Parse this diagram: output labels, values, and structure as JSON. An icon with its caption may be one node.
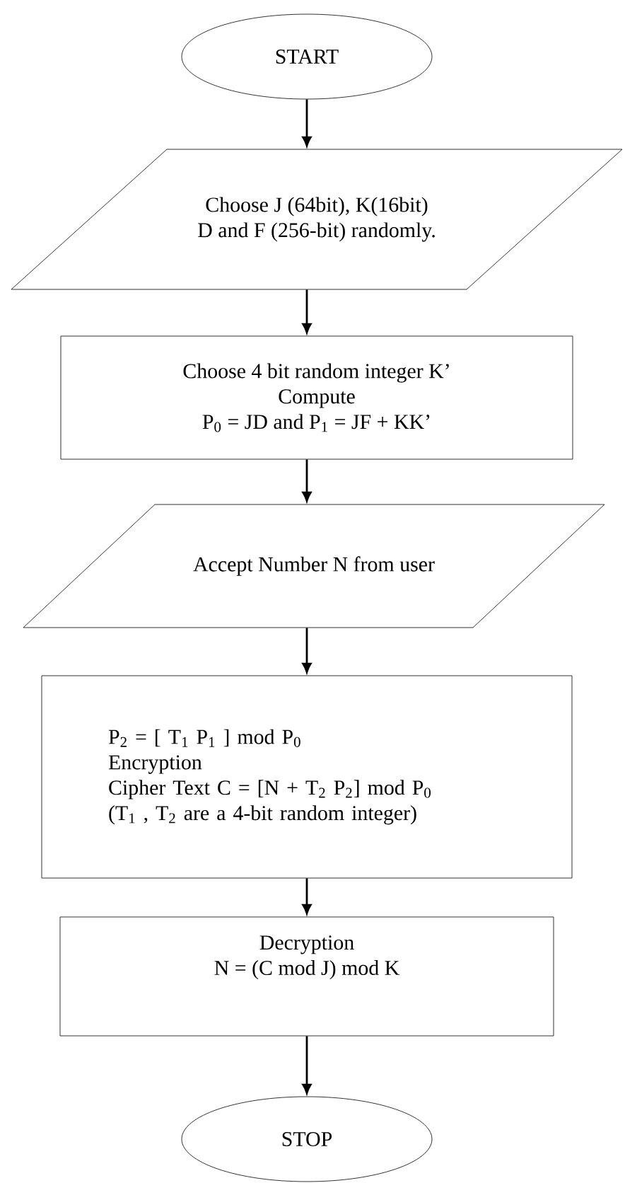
{
  "diagram": {
    "nodes": [
      {
        "text": [
          "START"
        ]
      },
      {
        "text": [
          "Choose J (64bit), K(16bit)",
          "D and F (256-bit) randomly."
        ]
      },
      {
        "text": [
          "Choose 4 bit random integer K’",
          "Compute",
          "P$_{0}$ = JD and P$_{1}$ = JF + KK’"
        ]
      },
      {
        "text": [
          "Accept Number N from user"
        ]
      },
      {
        "text": [
          "P$_{2}$ = [ T$_{1}$ P$_{1}$ ] mod P$_{0}$",
          "Encryption",
          "Cipher Text C = [N + T$_{2}$ P$_{2}$] mod P$_{0}$",
          "(T$_{1}$ , T$_{2}$ are a 4-bit random integer)"
        ]
      },
      {
        "text": [
          "Decryption",
          "N = (C mod J) mod K"
        ]
      },
      {
        "text": [
          "STOP"
        ]
      }
    ],
    "edges": [
      {
        "from": 0,
        "to": 1,
        "arrow": "to"
      },
      {
        "from": 1,
        "to": 2,
        "arrow": "to"
      },
      {
        "from": 2,
        "to": 3,
        "arrow": "to"
      },
      {
        "from": 3,
        "to": 4,
        "arrow": "to"
      },
      {
        "from": 4,
        "to": 5,
        "arrow": "to"
      },
      {
        "from": 5,
        "to": 6,
        "arrow": "to"
      }
    ]
  }
}
